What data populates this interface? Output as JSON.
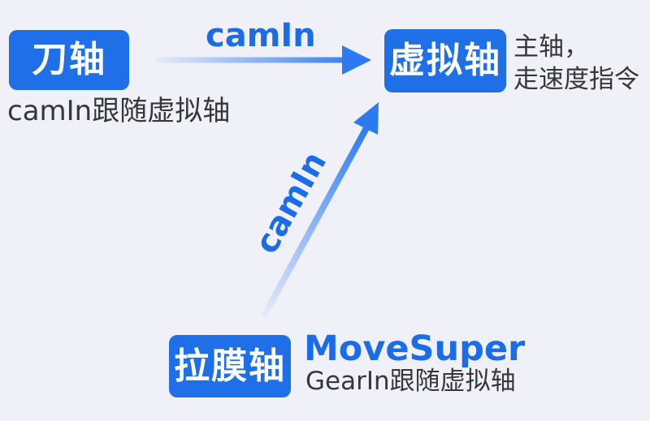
{
  "colors": {
    "background": "#f0f0f8",
    "node_fill": "#1e6fe8",
    "node_text": "#ffffff",
    "arrow_blue": "#2b7af2",
    "label_blue": "#1b6ce8",
    "caption_dark": "#373737"
  },
  "nodes": {
    "knife_axis": {
      "label": "刀轴",
      "caption": "camIn跟随虚拟轴"
    },
    "virtual_axis": {
      "label": "虚拟轴",
      "caption_lines": [
        "主轴，",
        "走速度指令"
      ]
    },
    "film_axis": {
      "label": "拉膜轴",
      "method": "MoveSuper",
      "caption": "GearIn跟随虚拟轴"
    }
  },
  "edges": {
    "knife_to_virtual": {
      "label": "camIn",
      "from": "刀轴",
      "to": "虚拟轴"
    },
    "film_to_virtual": {
      "label": "camIn",
      "from": "拉膜轴",
      "to": "虚拟轴"
    }
  }
}
